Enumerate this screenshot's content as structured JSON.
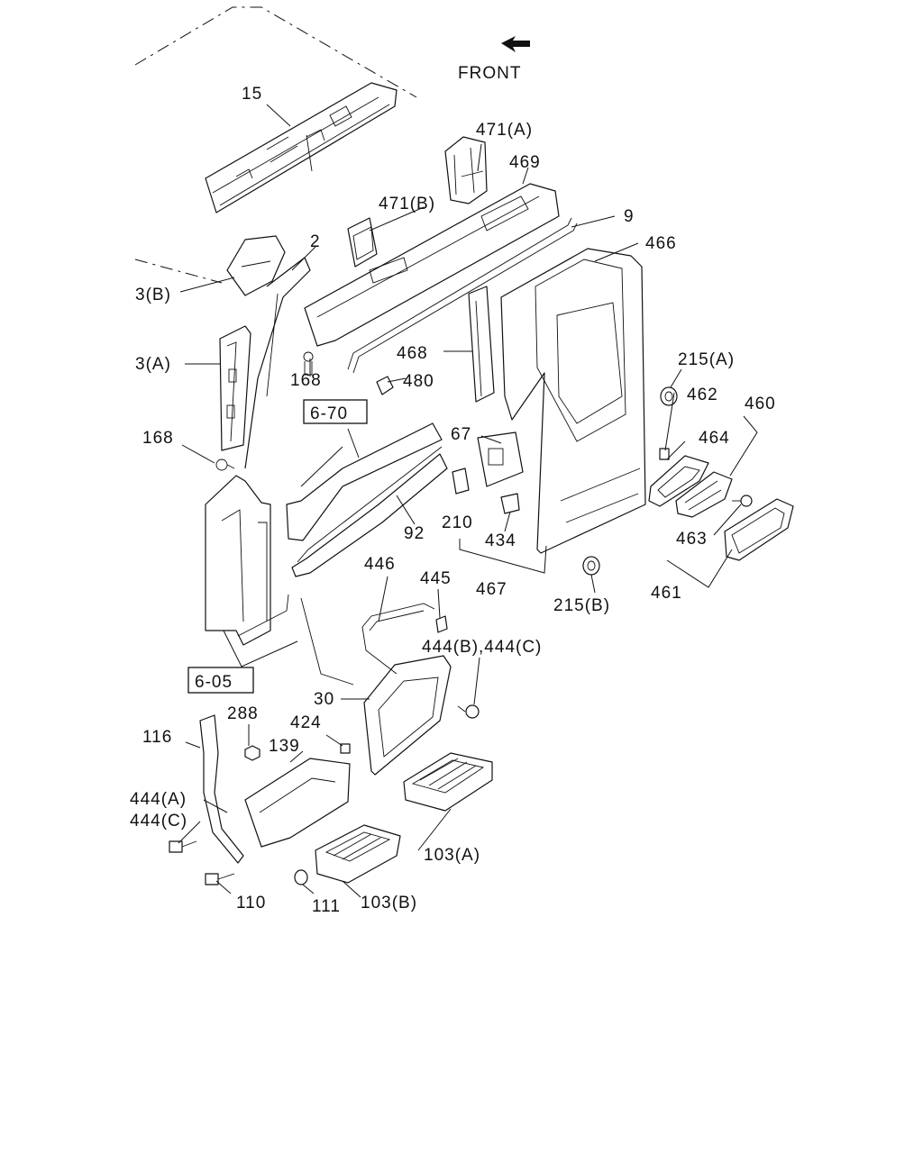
{
  "orientation": {
    "label": "FRONT",
    "icon": "front-arrow-icon"
  },
  "reference_boxes": [
    "6-70",
    "6-05"
  ],
  "callouts": [
    {
      "id": "c15",
      "text": "15"
    },
    {
      "id": "c471a",
      "text": "471(A)"
    },
    {
      "id": "c469",
      "text": "469"
    },
    {
      "id": "c471b",
      "text": "471(B)"
    },
    {
      "id": "c9",
      "text": "9"
    },
    {
      "id": "c466",
      "text": "466"
    },
    {
      "id": "c2",
      "text": "2"
    },
    {
      "id": "c3b",
      "text": "3(B)"
    },
    {
      "id": "c3a",
      "text": "3(A)"
    },
    {
      "id": "c168a",
      "text": "168"
    },
    {
      "id": "c480",
      "text": "480"
    },
    {
      "id": "c468",
      "text": "468"
    },
    {
      "id": "c215a",
      "text": "215(A)"
    },
    {
      "id": "c462",
      "text": "462"
    },
    {
      "id": "c460",
      "text": "460"
    },
    {
      "id": "c168b",
      "text": "168"
    },
    {
      "id": "c67",
      "text": "67"
    },
    {
      "id": "c464",
      "text": "464"
    },
    {
      "id": "c210",
      "text": "210"
    },
    {
      "id": "c92",
      "text": "92"
    },
    {
      "id": "c434",
      "text": "434"
    },
    {
      "id": "c463",
      "text": "463"
    },
    {
      "id": "c446",
      "text": "446"
    },
    {
      "id": "c445",
      "text": "445"
    },
    {
      "id": "c467",
      "text": "467"
    },
    {
      "id": "c215b",
      "text": "215(B)"
    },
    {
      "id": "c461",
      "text": "461"
    },
    {
      "id": "c444bc",
      "text": "444(B),444(C)"
    },
    {
      "id": "c30",
      "text": "30"
    },
    {
      "id": "c288",
      "text": "288"
    },
    {
      "id": "c424",
      "text": "424"
    },
    {
      "id": "c116",
      "text": "116"
    },
    {
      "id": "c139",
      "text": "139"
    },
    {
      "id": "c444a",
      "text": "444(A)"
    },
    {
      "id": "c444c",
      "text": "444(C)"
    },
    {
      "id": "c103a",
      "text": "103(A)"
    },
    {
      "id": "c110",
      "text": "110"
    },
    {
      "id": "c111",
      "text": "111"
    },
    {
      "id": "c103b",
      "text": "103(B)"
    }
  ]
}
